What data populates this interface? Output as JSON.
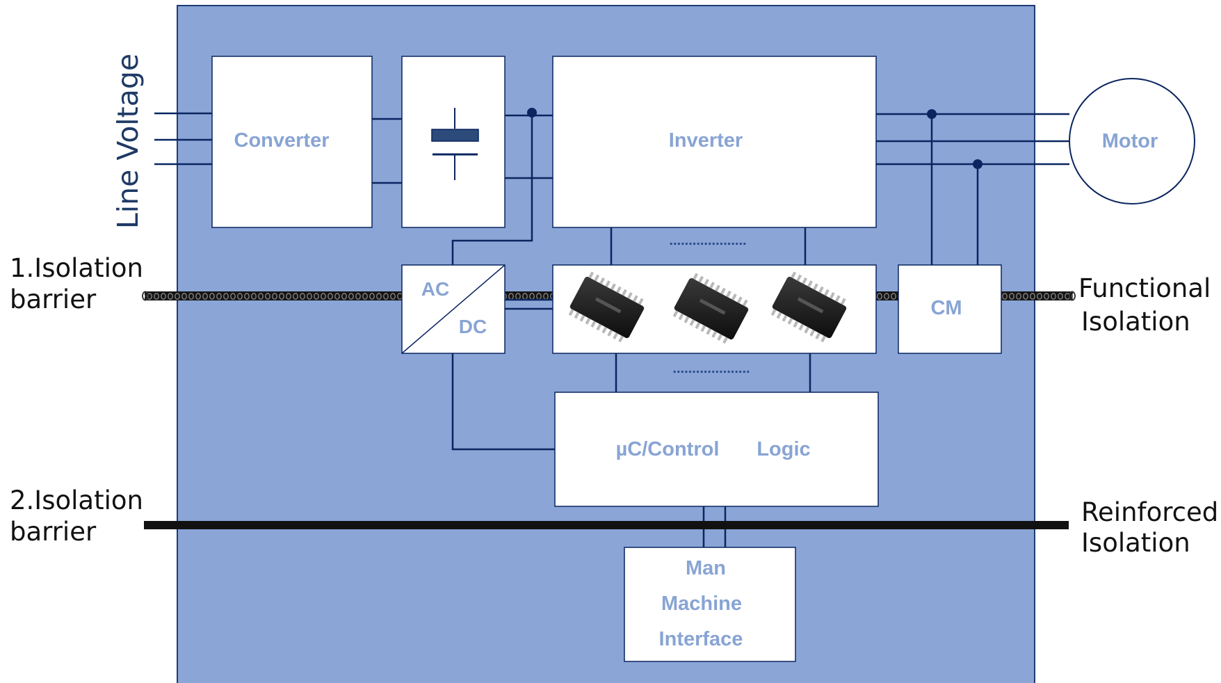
{
  "labels": {
    "line_voltage": "Line Voltage",
    "isolation_barrier_1": [
      "1.Isolation",
      "barrier"
    ],
    "isolation_barrier_2": [
      "2.Isolation",
      "barrier"
    ],
    "functional_isolation": [
      "Functional",
      "Isolation"
    ],
    "reinforced_isolation": [
      "Reinforced",
      "Isolation"
    ]
  },
  "blocks": {
    "converter": "Converter",
    "inverter": "Inverter",
    "motor": "Motor",
    "ac": "AC",
    "dc": "DC",
    "cm": "CM",
    "control_uc": "µC/Control",
    "control_logic": "Logic",
    "mmi": [
      "Man",
      "Machine",
      "Interface"
    ],
    "dots": "...................."
  },
  "colors": {
    "panel_fill": "#8aa5d6",
    "panel_border": "#1e3a72",
    "wire": "#0a2560",
    "block_text": "#88a4d4",
    "barrier_dark": "#111111"
  },
  "icons": {
    "capacitor": "capacitor-symbol",
    "gate_driver_chips": "ic-chip",
    "barrier_1": "braided-cable",
    "barrier_2": "solid-bar"
  }
}
